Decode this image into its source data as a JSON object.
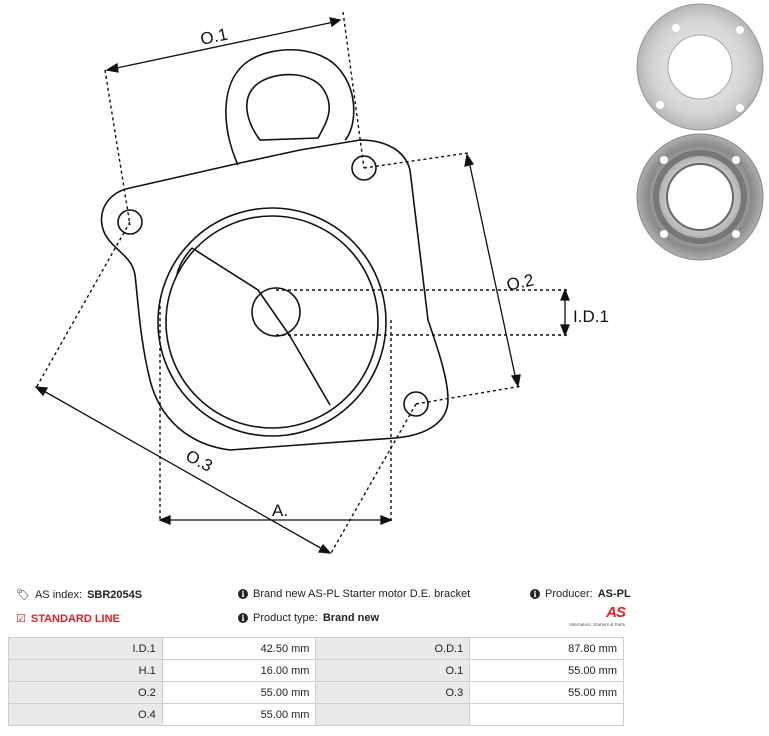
{
  "diagram": {
    "labels": {
      "o1": "O.1",
      "o2": "O.2",
      "o3": "O.3",
      "id1": "I.D.1",
      "a": "A."
    }
  },
  "info": {
    "as_index_label": "AS index:",
    "as_index_value": "SBR2054S",
    "line_label": "STANDARD LINE",
    "description": "Brand new AS-PL Starter motor D.E. bracket",
    "product_type_label": "Product type:",
    "product_type_value": "Brand new",
    "producer_label": "Producer:",
    "producer_value": "AS-PL",
    "logo_text": "AS",
    "logo_tagline": "Alternators, Starters & Parts"
  },
  "params": [
    [
      {
        "k": "I.D.1",
        "v": "42.50 mm"
      },
      {
        "k": "O.D.1",
        "v": "87.80 mm"
      }
    ],
    [
      {
        "k": "H.1",
        "v": "16.00 mm"
      },
      {
        "k": "O.1",
        "v": "55.00 mm"
      }
    ],
    [
      {
        "k": "O.2",
        "v": "55.00 mm"
      },
      {
        "k": "O.3",
        "v": "55.00 mm"
      }
    ],
    [
      {
        "k": "O.4",
        "v": "55.00 mm"
      },
      {
        "k": "",
        "v": ""
      }
    ]
  ]
}
